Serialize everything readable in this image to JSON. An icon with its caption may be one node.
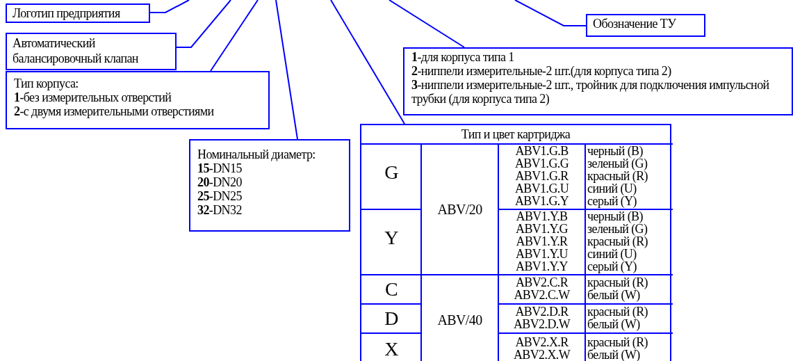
{
  "diagram": {
    "nodes": [
      {
        "text": [
          "Логотип предприятия"
        ]
      },
      {
        "text": [
          "Автоматический балансировочный клапан"
        ]
      },
      {
        "text": [
          "Тип корпуса:",
          "**1**-без измерительных отверстий",
          "**2**-с двумя измерительными отверстиями"
        ]
      },
      {
        "text": [
          "Обозначение ТУ"
        ]
      },
      {
        "text": [
          "**1**-для корпуса типа 1",
          "**2**-ниппели измерительные-2 шт.(для корпуса типа 2)",
          "**3**-ниппели измерительные-2 шт., тройник для подключения импульсной трубки (для корпуса типа 2)"
        ]
      },
      {
        "text": [
          "Номинальный диаметр:",
          "**15**-DN15",
          "**20**-DN20",
          "**25**-DN25",
          "**32**-DN32"
        ]
      },
      {
        "text": [
          "Тип и цвет картриджа"
        ]
      }
    ],
    "edges": [
      {
        "from": 0,
        "to": null,
        "arrow": "none"
      },
      {
        "from": 1,
        "to": null,
        "arrow": "none"
      },
      {
        "from": 2,
        "to": null,
        "arrow": "none"
      },
      {
        "from": 5,
        "to": null,
        "arrow": "none"
      },
      {
        "from": 6,
        "to": null,
        "arrow": "none"
      },
      {
        "from": 4,
        "to": null,
        "arrow": "none"
      },
      {
        "from": 3,
        "to": null,
        "arrow": "none"
      }
    ],
    "labels": [
      "G",
      "ABV/20",
      "ABV1.G.B",
      "черный (B)",
      "ABV1.G.G",
      "зеленый (G)",
      "ABV1.G.R",
      "красный (R)",
      "ABV1.G.U",
      "синий (U)",
      "ABV1.G.Y",
      "серый (Y)",
      "Y",
      "ABV1.Y.B",
      "черный (B)",
      "ABV1.Y.G",
      "зеленый (G)",
      "ABV1.Y.R",
      "красный (R)",
      "ABV1.Y.U",
      "синий (U)",
      "ABV1.Y.Y",
      "серый (Y)",
      "C",
      "ABV/40",
      "ABV2.C.R",
      "красный (R)",
      "ABV2.C.W",
      "белый (W)",
      "D",
      "ABV2.D.R",
      "красный (R)",
      "ABV2.D.W",
      "белый (W)",
      "X",
      "ABV2.X.R",
      "красный (R)",
      "ABV2.X.W",
      "белый (W)"
    ]
  }
}
